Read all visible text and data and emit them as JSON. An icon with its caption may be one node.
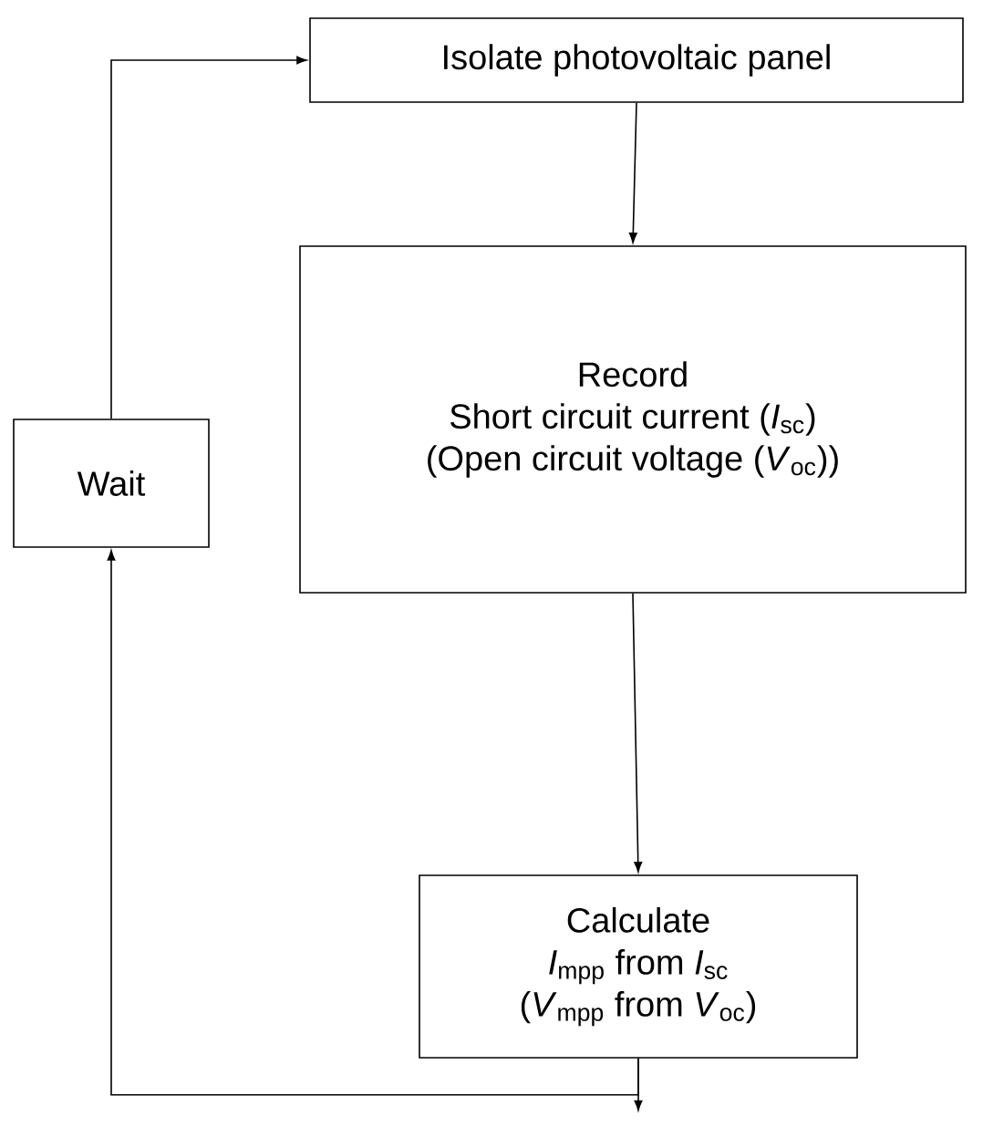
{
  "diagram": {
    "nodes": [
      {
        "text": [
          "Isolate photovoltaic panel"
        ]
      },
      {
        "text": [
          "Record",
          "Short circuit current (*I*$_{sc}$)",
          "(Open circuit voltage (*V*$_{oc}$))"
        ]
      },
      {
        "text": [
          "Calculate",
          "*I*$_{mpp}$ from *I*$_{sc}$",
          "(*V*$_{mpp}$ from *V*$_{oc}$)"
        ]
      },
      {
        "text": [
          "Wait"
        ]
      }
    ],
    "edges": [
      {
        "from": 0,
        "to": 1,
        "arrow": "to"
      },
      {
        "from": 1,
        "to": 2,
        "arrow": "to"
      },
      {
        "from": 2,
        "to": 3,
        "arrow": "to"
      },
      {
        "from": 3,
        "to": 0,
        "arrow": "to"
      },
      {
        "from": 2,
        "to": null,
        "arrow": "to"
      }
    ]
  }
}
